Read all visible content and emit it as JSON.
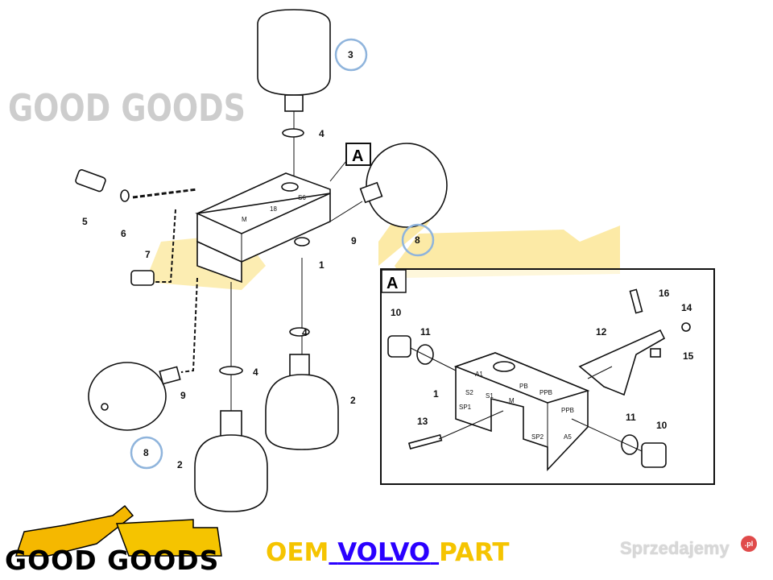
{
  "diagram": {
    "view_label": "A",
    "callouts_main": [
      "3",
      "4",
      "5",
      "6",
      "7",
      "1",
      "9",
      "8",
      "4",
      "4",
      "9",
      "8",
      "2",
      "2"
    ],
    "circled_callouts": [
      "3",
      "8",
      "8"
    ],
    "block_ports_main": [
      "M",
      "18",
      "S6"
    ],
    "inset": {
      "label": "A",
      "callouts": [
        "10",
        "11",
        "16",
        "14",
        "12",
        "15",
        "1",
        "13",
        "11",
        "10"
      ],
      "ports": [
        "A1",
        "S2",
        "S1",
        "M",
        "PB",
        "PPB",
        "SP1",
        "SP2",
        "PPB",
        "A5"
      ]
    }
  },
  "watermark": {
    "text": "GOOD GOODS",
    "color": "#bdbdbd",
    "accent": "#f5c400"
  },
  "footer": {
    "logo_text": "GOOD GOODS",
    "oem": "OEM",
    "brand": "VOLVO",
    "part": "PART",
    "oem_color": "#f5c400",
    "brand_color": "#2a00ff",
    "site_watermark": "Sprzedajemy",
    "site_badge": ".pl"
  }
}
